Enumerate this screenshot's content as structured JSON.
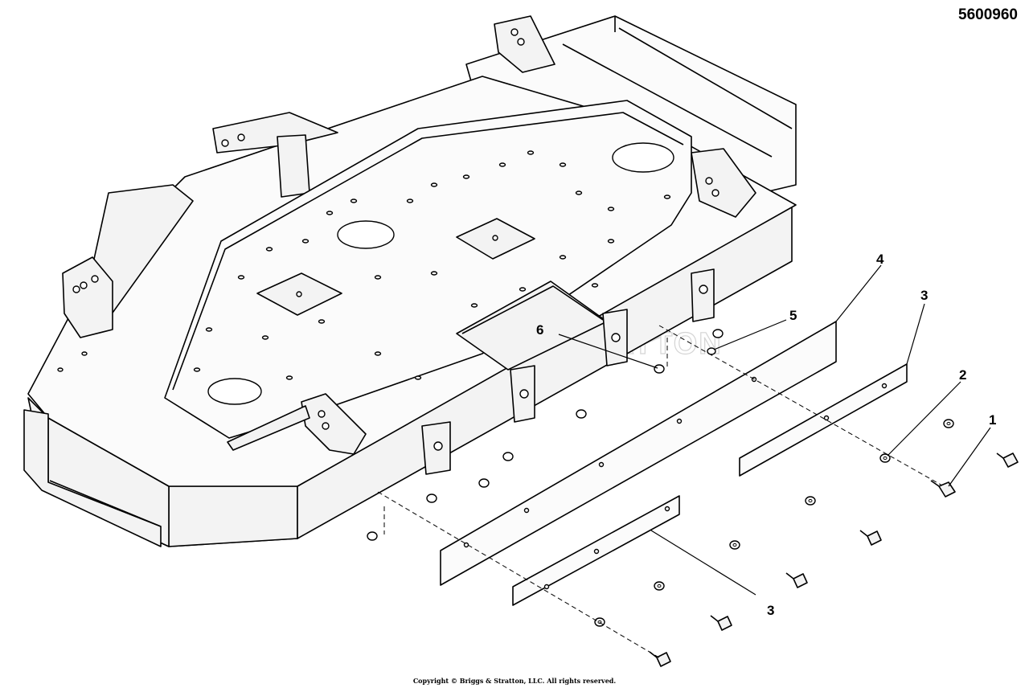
{
  "drawing": {
    "part_number": "5600960",
    "watermark": "BRIGGS&STRATTON",
    "copyright": "Copyright © Briggs & Stratton, LLC. All rights reserved."
  },
  "callouts": [
    "1",
    "2",
    "3",
    "4",
    "5",
    "6",
    "3"
  ]
}
